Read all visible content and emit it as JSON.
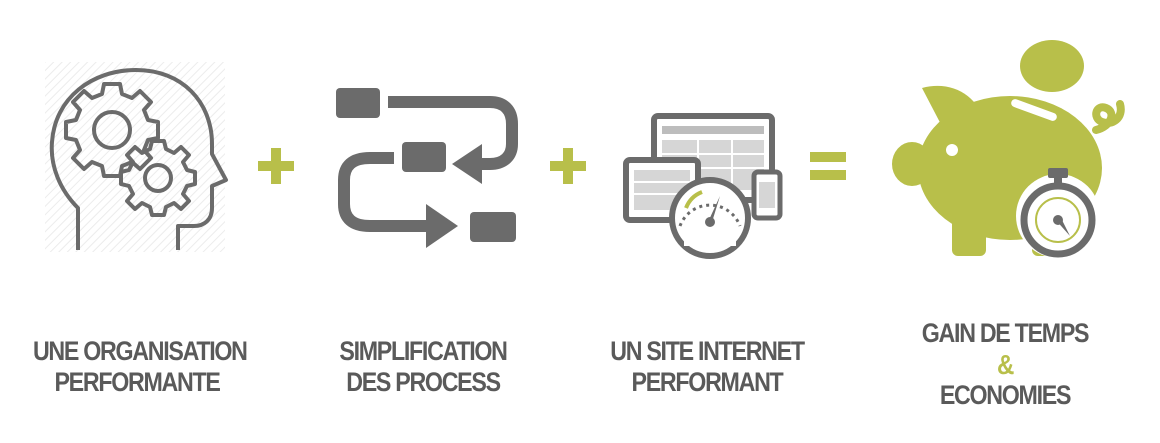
{
  "colors": {
    "gray": "#6b6b6b",
    "olive": "#b8bf4a",
    "text": "#5a5a5a"
  },
  "steps": [
    {
      "icon": "head-gears-icon",
      "line1": "UNE ORGANISATION",
      "line2": "PERFORMANTE"
    },
    {
      "icon": "process-flow-icon",
      "line1": "SIMPLIFICATION",
      "line2": "DES PROCESS"
    },
    {
      "icon": "website-speed-icon",
      "line1": "UN SITE INTERNET",
      "line2": "PERFORMANT"
    }
  ],
  "result": {
    "icon": "piggy-bank-stopwatch-icon",
    "line1": "GAIN DE TEMPS",
    "ampersand": "&",
    "line2": "ECONOMIES"
  },
  "operators": {
    "plus": "plus-icon",
    "equals": "equals-icon"
  }
}
